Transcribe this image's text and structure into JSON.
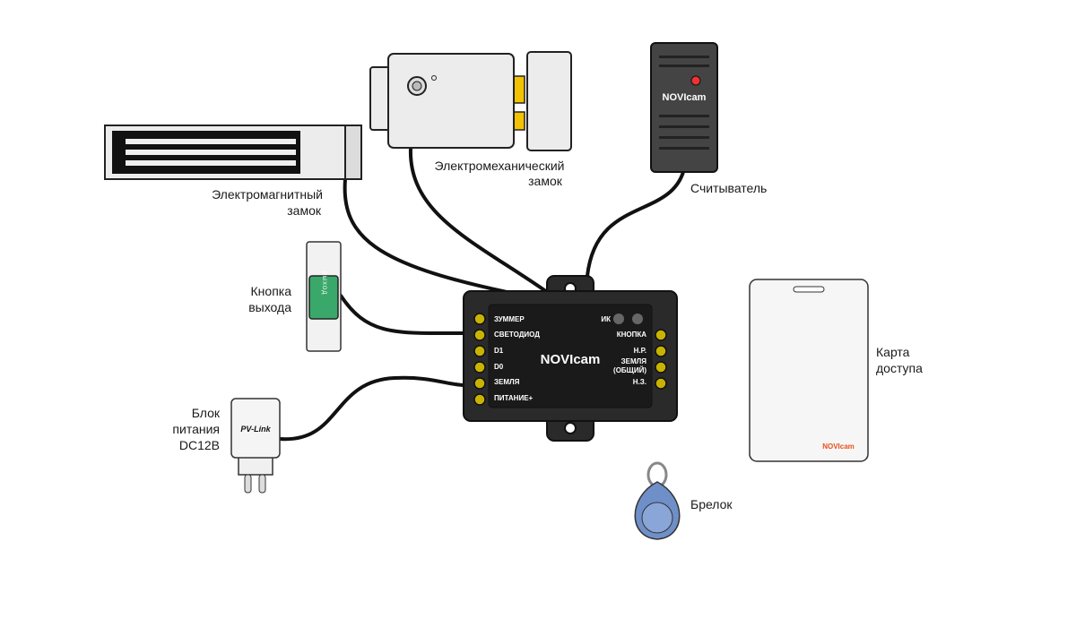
{
  "devices": {
    "maglock": {
      "label_lines": [
        "Электромагнитный",
        "замок"
      ]
    },
    "electromech_lock": {
      "label_lines": [
        "Электромеханический",
        "замок"
      ]
    },
    "reader": {
      "label": "Считыватель",
      "logo": "NOVIcam"
    },
    "exit_button": {
      "label_lines": [
        "Кнопка",
        "выхода"
      ],
      "button_text": "ВЫХОД"
    },
    "power_supply": {
      "label_lines": [
        "Блок",
        "питания",
        "DC12B"
      ],
      "logo": "PV-Link"
    },
    "card": {
      "label_lines": [
        "Карта",
        "доступа"
      ],
      "logo": "NOVIcam"
    },
    "keyfob": {
      "label": "Брелок"
    }
  },
  "controller": {
    "logo": "NOVIcam",
    "ir_label": "ИК",
    "left_terminals": [
      "ЗУММЕР",
      "СВЕТОДИОД",
      "D1",
      "D0",
      "ЗЕМЛЯ",
      "ПИТАНИЕ+"
    ],
    "right_terminals": [
      "КНОПКА",
      "Н.Р.",
      "ЗЕМЛЯ",
      "(ОБЩИЙ)",
      "Н.З."
    ]
  },
  "colors": {
    "brand_orange": "#e8501e",
    "button_green": "#3aa86a",
    "keyfob_blue": "#6f8fc9"
  }
}
